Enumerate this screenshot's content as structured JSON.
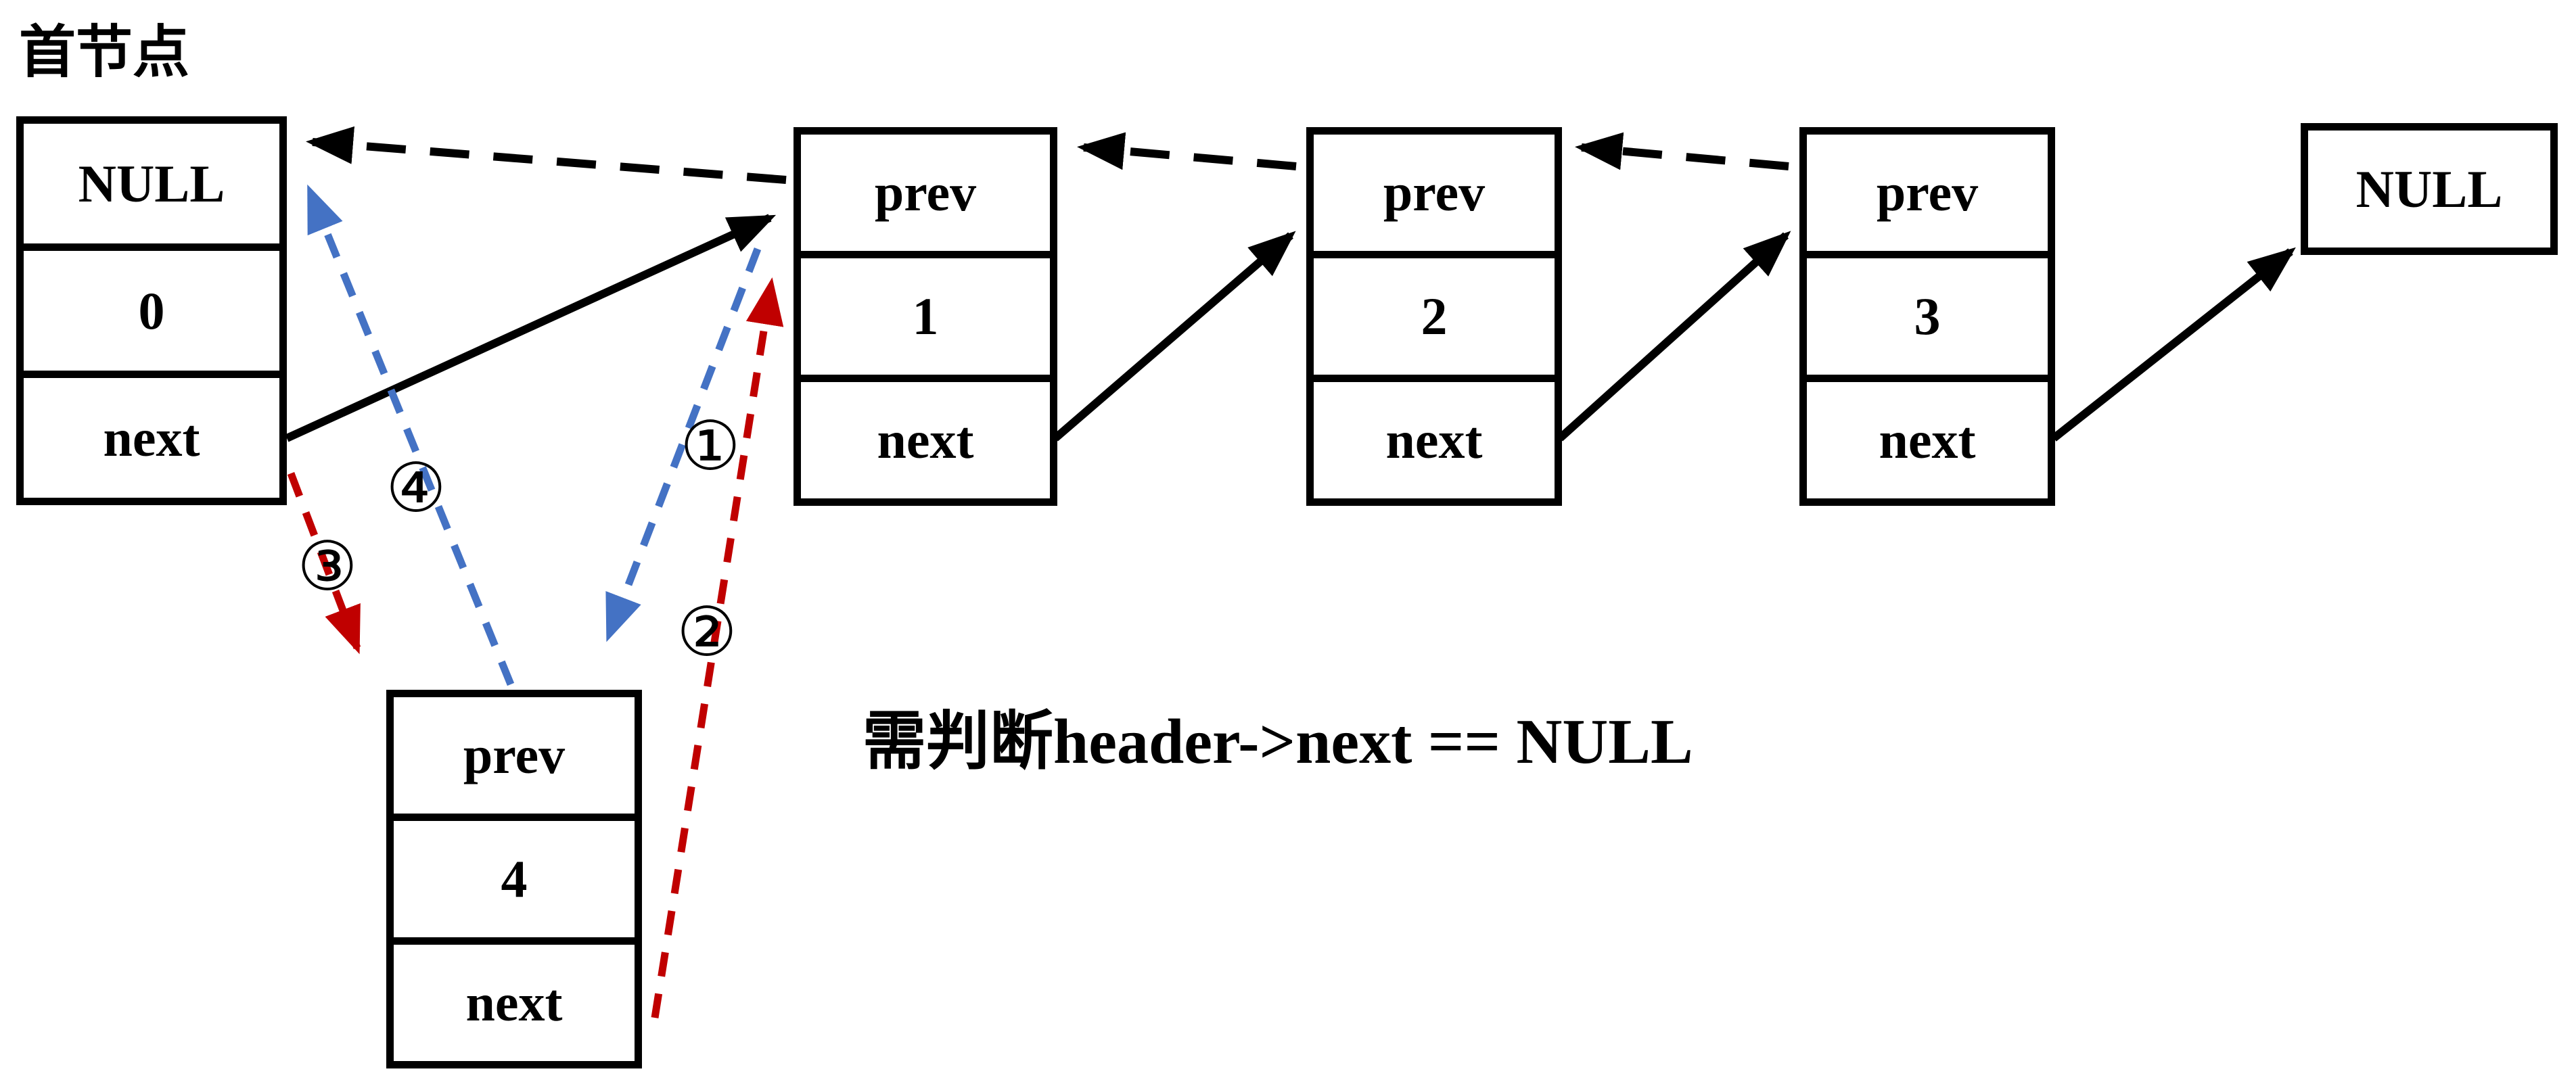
{
  "labels": {
    "head": "首节点",
    "annotation": "需判断header->next == NULL",
    "null_tail": "NULL"
  },
  "nodes": [
    {
      "name": "head-node",
      "cells": [
        "NULL",
        "0",
        "next"
      ]
    },
    {
      "name": "node-1",
      "cells": [
        "prev",
        "1",
        "next"
      ]
    },
    {
      "name": "node-2",
      "cells": [
        "prev",
        "2",
        "next"
      ]
    },
    {
      "name": "node-3",
      "cells": [
        "prev",
        "3",
        "next"
      ]
    },
    {
      "name": "node-4",
      "cells": [
        "prev",
        "4",
        "next"
      ]
    }
  ],
  "steps": [
    "①",
    "②",
    "③",
    "④"
  ],
  "colors": {
    "line": "#000000",
    "step_blue": "#4472c4",
    "step_red": "#c00000"
  },
  "edges": [
    {
      "id": "next-head-to-1",
      "kind": "next-pointer",
      "style": "solid",
      "color": "line"
    },
    {
      "id": "next-1-to-2",
      "kind": "next-pointer",
      "style": "solid",
      "color": "line"
    },
    {
      "id": "next-2-to-3",
      "kind": "next-pointer",
      "style": "solid",
      "color": "line"
    },
    {
      "id": "next-3-to-null",
      "kind": "next-pointer",
      "style": "solid",
      "color": "line"
    },
    {
      "id": "prev-1-to-head",
      "kind": "prev-pointer",
      "style": "dashed",
      "color": "line"
    },
    {
      "id": "prev-2-to-1",
      "kind": "prev-pointer",
      "style": "dashed",
      "color": "line"
    },
    {
      "id": "prev-3-to-2",
      "kind": "prev-pointer",
      "style": "dashed",
      "color": "line"
    },
    {
      "id": "step1-1-to-4",
      "kind": "insert-step",
      "style": "dashed",
      "color": "step_blue"
    },
    {
      "id": "step2-4-to-1",
      "kind": "insert-step",
      "style": "dashed",
      "color": "step_red"
    },
    {
      "id": "step3-head-to-4",
      "kind": "insert-step",
      "style": "dashed",
      "color": "step_red"
    },
    {
      "id": "step4-4-to-head",
      "kind": "insert-step",
      "style": "dashed",
      "color": "step_blue"
    }
  ]
}
